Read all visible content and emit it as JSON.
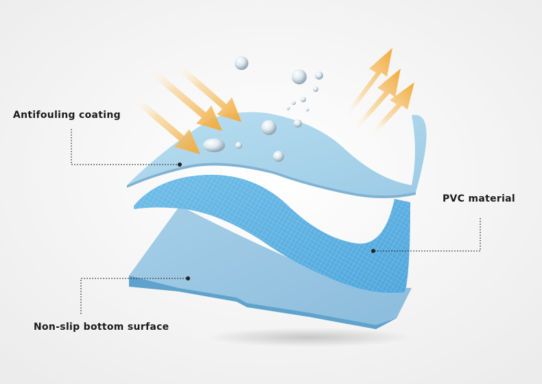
{
  "labels": {
    "top": "Antifouling coating",
    "right": "PVC material",
    "bottom": "Non-slip bottom surface"
  },
  "colors": {
    "background": "#f4f4f4",
    "layer_top": "#a9d3ea",
    "layer_mid": "#63b6e4",
    "layer_bottom": "#9cc6e2",
    "arrow": "#f2b24a",
    "leader": "#222222"
  },
  "icons": {
    "arrows_in": "arrow-icon",
    "arrows_out": "arrow-icon",
    "droplets": "water-droplet-icon"
  }
}
